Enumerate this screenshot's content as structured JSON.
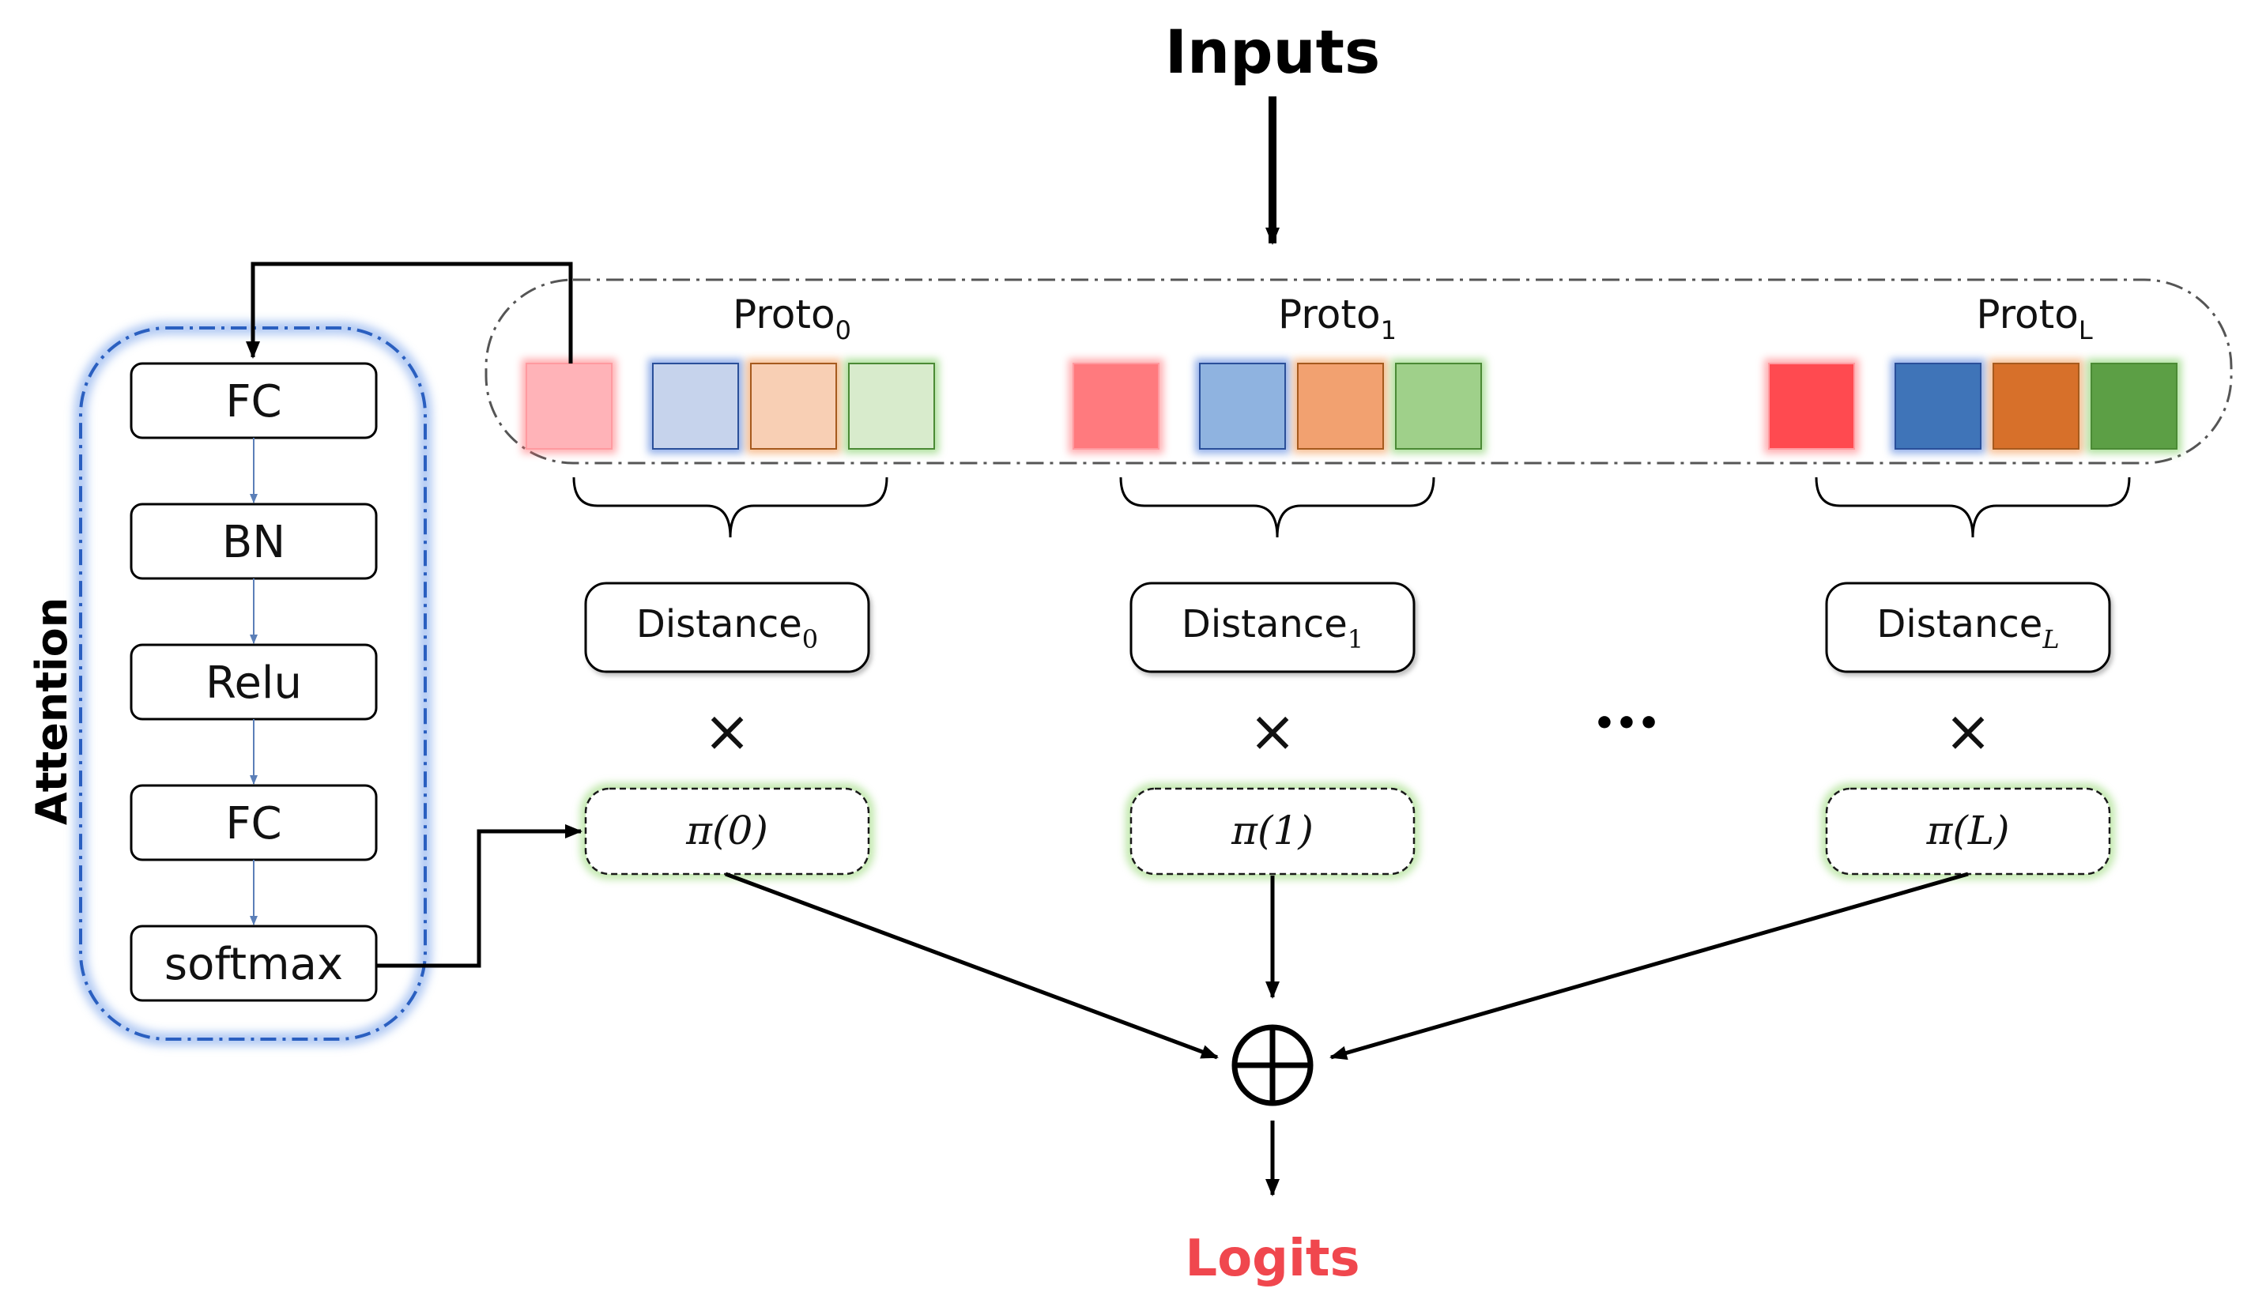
{
  "title": "Inputs",
  "output": "Logits",
  "attention": {
    "label": "Attention",
    "layers": [
      "FC",
      "BN",
      "Relu",
      "FC",
      "softmax"
    ]
  },
  "groups": [
    {
      "proto_base": "Proto",
      "proto_sub": "0",
      "distance_base": "Distance",
      "distance_sub": "0",
      "weight": "π(0)",
      "swatch_colors": [
        "#ffb3b8",
        "#c6d3ec",
        "#f8cfb4",
        "#d8ebcc"
      ]
    },
    {
      "proto_base": "Proto",
      "proto_sub": "1",
      "distance_base": "Distance",
      "distance_sub": "1",
      "weight": "π(1)",
      "swatch_colors": [
        "#ff7a7e",
        "#8fb3e0",
        "#f2a170",
        "#9fd08a"
      ]
    },
    {
      "proto_base": "Proto",
      "proto_sub": "L",
      "distance_base": "Distance",
      "distance_sub": "L",
      "weight": "π(L)",
      "swatch_colors": [
        "#ff4a50",
        "#3f74b8",
        "#d7702a",
        "#5c9f45"
      ]
    }
  ],
  "multiply_symbol": "×",
  "ellipsis": "•••",
  "sum_symbol": "⊕"
}
